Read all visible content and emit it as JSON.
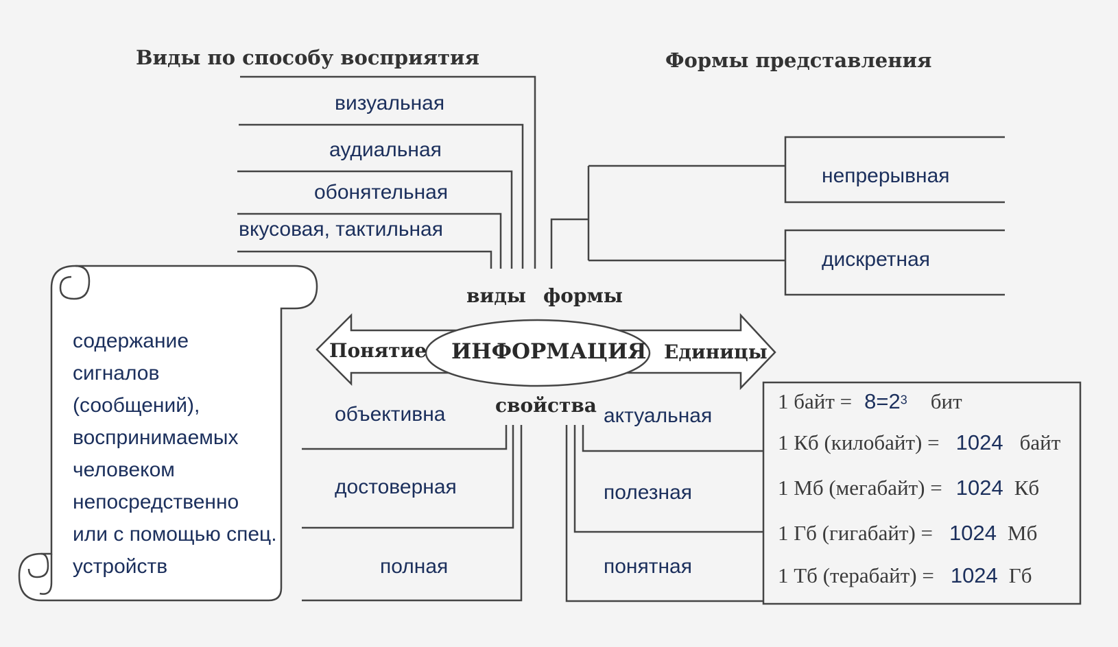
{
  "diagram": {
    "center": "ИНФОРМАЦИЯ",
    "left_arrow": "Понятие",
    "right_arrow": "Единицы",
    "top_left_label": "виды",
    "top_right_label": "формы",
    "bottom_label": "свойства",
    "types": {
      "heading": "Виды по способу восприятия",
      "items": [
        "визуальная",
        "аудиальная",
        "обонятельная",
        "вкусовая, тактильная"
      ]
    },
    "forms": {
      "heading": "Формы представления",
      "items": [
        "непрерывная",
        "дискретная"
      ]
    },
    "properties_left": [
      "объективна",
      "достоверная",
      "полная"
    ],
    "properties_right": [
      "актуальная",
      "полезная",
      "понятная"
    ],
    "concept_text": "содержание сигналов (сообщений), воспринимаемых человеком непосредственно или с помощью спец. устройств",
    "units": [
      {
        "prefix": "1 байт =",
        "value": "8=2",
        "sup": "3",
        "suffix": "бит"
      },
      {
        "prefix": "1 Кб (килобайт) =",
        "value": "1024",
        "sup": "",
        "suffix": "байт"
      },
      {
        "prefix": "1 Мб (мегабайт) =",
        "value": "1024",
        "sup": "",
        "suffix": "Кб"
      },
      {
        "prefix": "1 Гб (гигабайт) =",
        "value": "1024",
        "sup": "",
        "suffix": "Мб"
      },
      {
        "prefix": "1 Тб (терабайт) =",
        "value": "1024",
        "sup": "",
        "suffix": "Гб"
      }
    ]
  }
}
